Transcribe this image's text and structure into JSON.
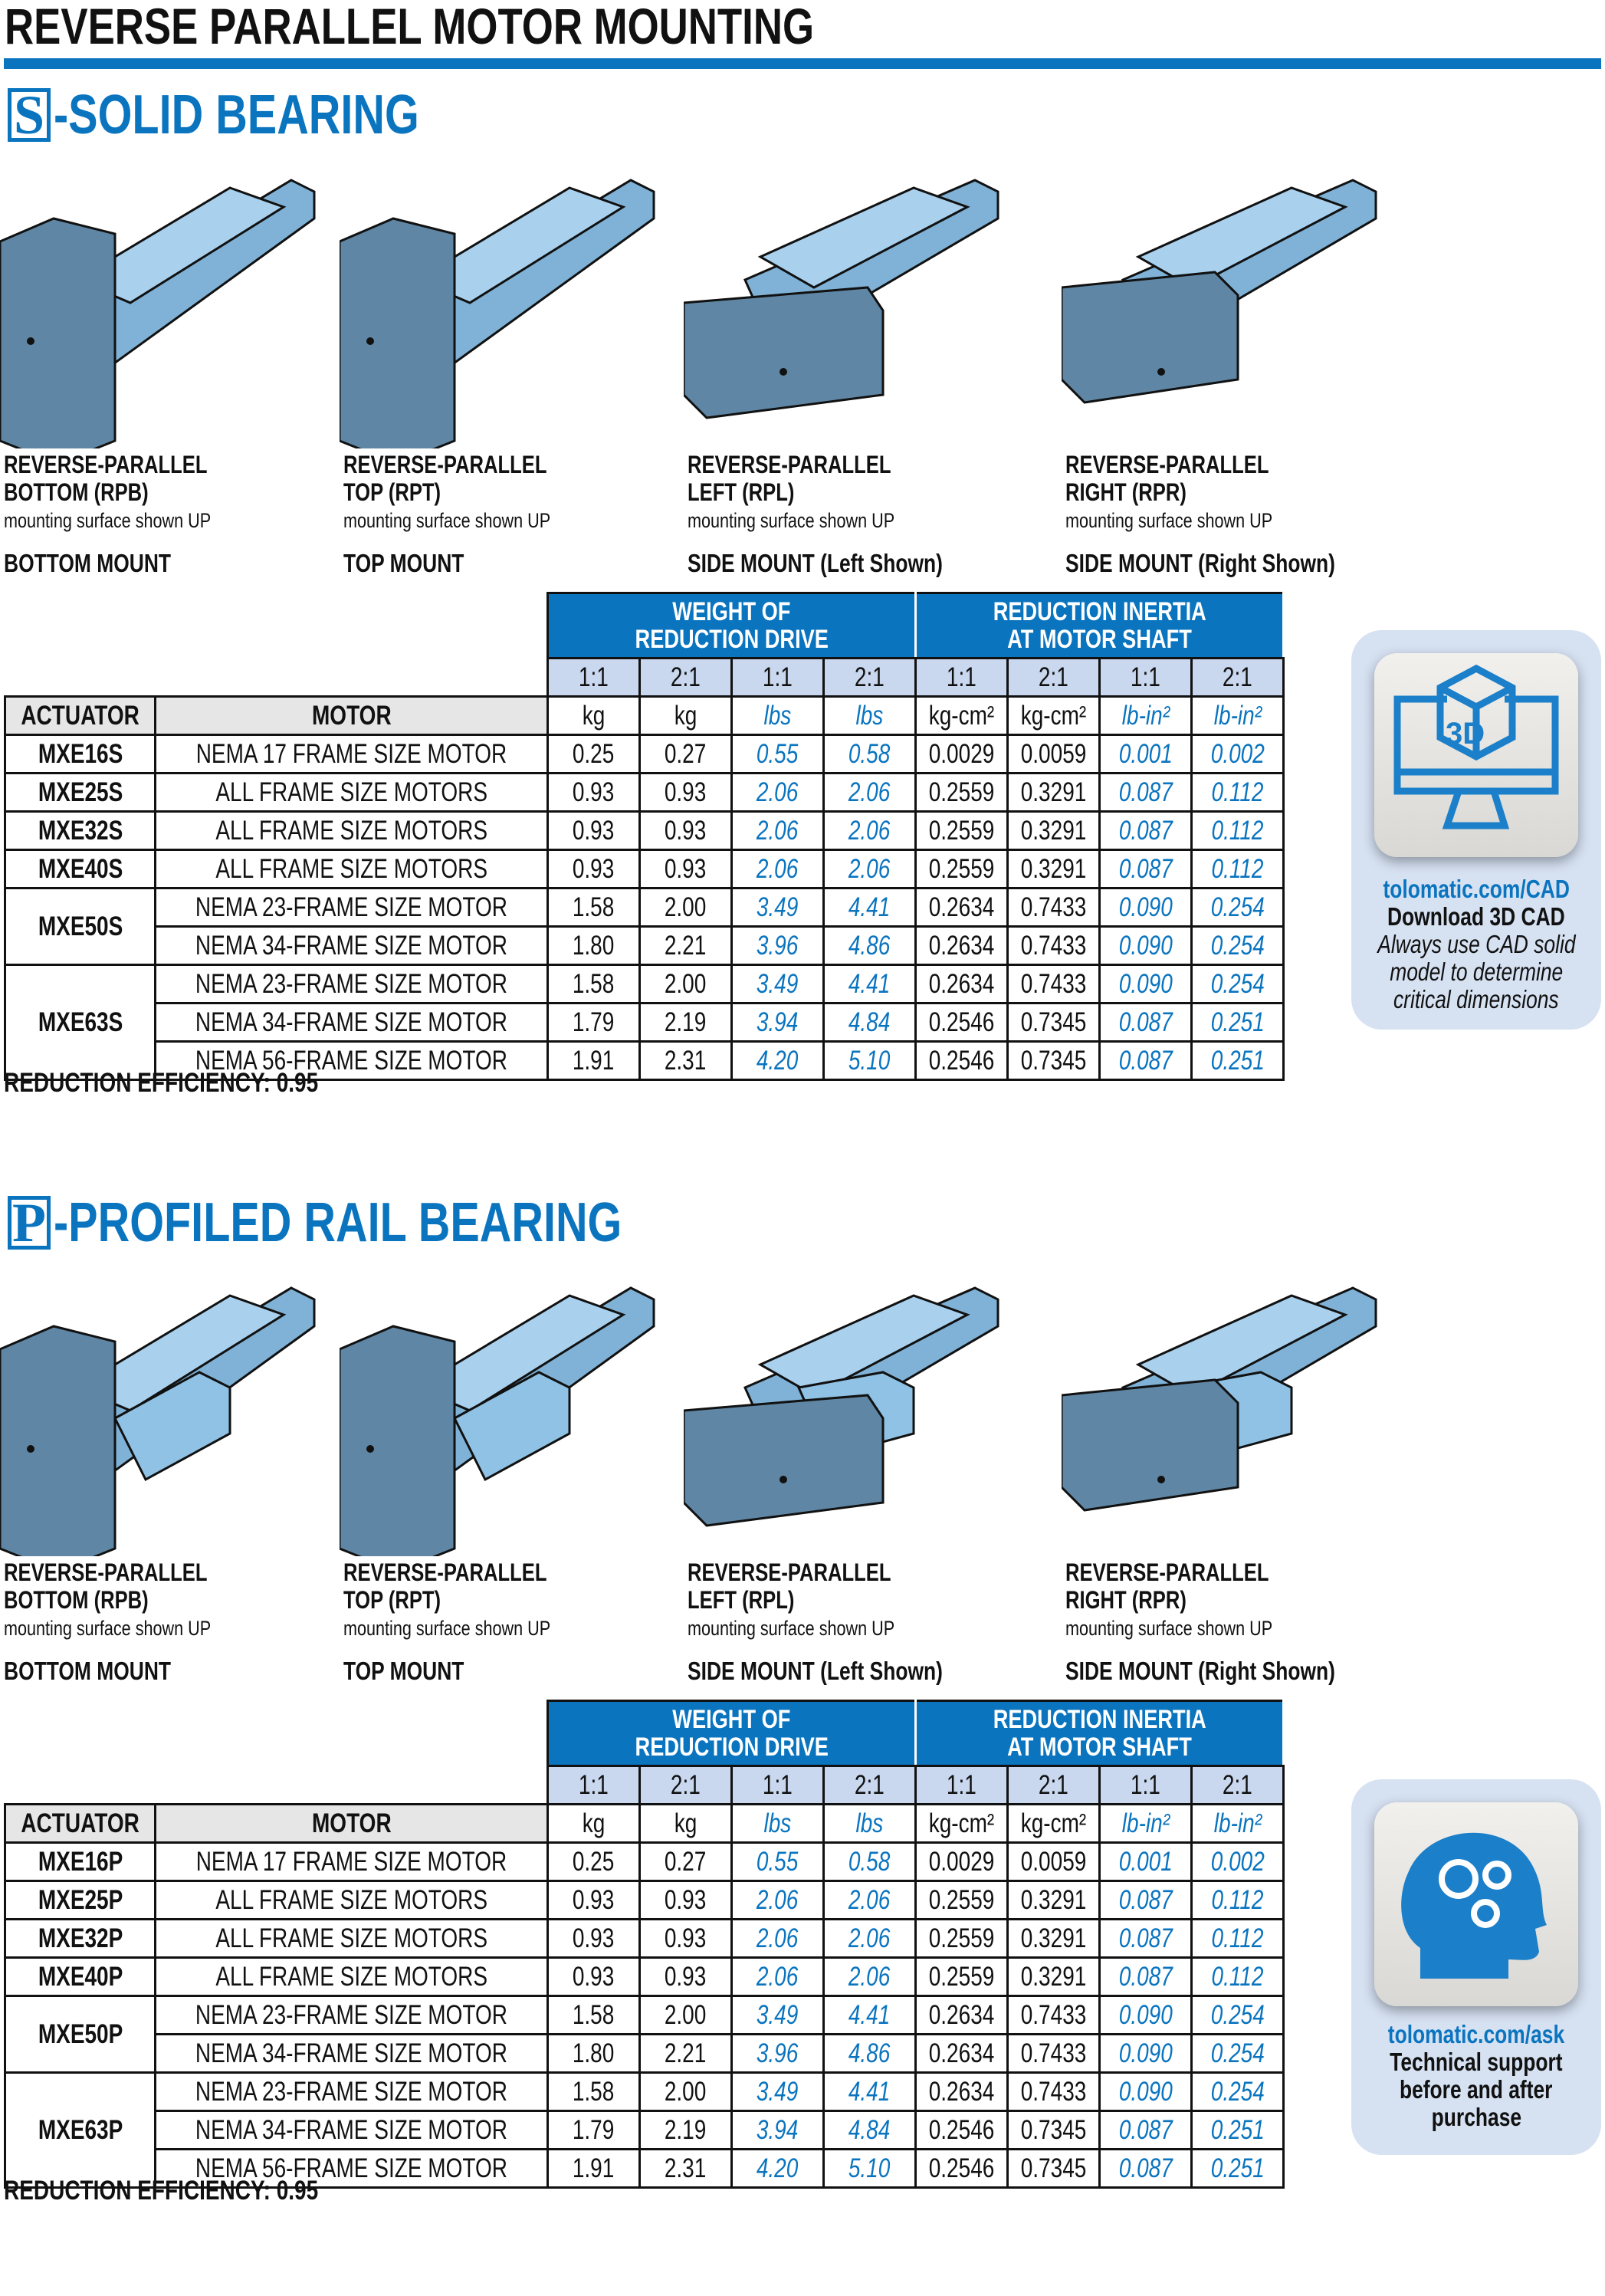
{
  "title": "REVERSE PARALLEL MOTOR MOUNTING",
  "colors": {
    "accent": "#0a74bf",
    "ratio_bg": "#c9d8ef",
    "header_bg": "#e6e6e6"
  },
  "captions": [
    {
      "name": "REVERSE-PARALLEL",
      "code": "BOTTOM (RPB)",
      "note": "mounting surface shown UP",
      "mount": "BOTTOM MOUNT"
    },
    {
      "name": "REVERSE-PARALLEL",
      "code": "TOP (RPT)",
      "note": "mounting surface shown UP",
      "mount": "TOP MOUNT"
    },
    {
      "name": "REVERSE-PARALLEL",
      "code": "LEFT (RPL)",
      "note": "mounting surface shown UP",
      "mount": "SIDE MOUNT (Left Shown)"
    },
    {
      "name": "REVERSE-PARALLEL",
      "code": "RIGHT (RPR)",
      "note": "mounting surface shown UP",
      "mount": "SIDE MOUNT (Right Shown)"
    }
  ],
  "table_head": {
    "weight": [
      "WEIGHT OF",
      "REDUCTION DRIVE"
    ],
    "inertia": [
      "REDUCTION INERTIA",
      "AT MOTOR SHAFT"
    ],
    "ratios": [
      "1:1",
      "2:1",
      "1:1",
      "2:1",
      "1:1",
      "2:1",
      "1:1",
      "2:1"
    ],
    "actuator": "ACTUATOR",
    "motor": "MOTOR",
    "units": [
      "kg",
      "kg",
      "lbs",
      "lbs",
      "kg-cm²",
      "kg-cm²",
      "lb-in²",
      "lb-in²"
    ]
  },
  "sections": [
    {
      "letter": "S",
      "heading": "-SOLID BEARING",
      "efficiency": "REDUCTION EFFICIENCY: 0.95",
      "rows": [
        {
          "actuator": "MXE16S",
          "motors": [
            [
              "NEMA 17 FRAME SIZE MOTOR",
              "0.25",
              "0.27",
              "0.55",
              "0.58",
              "0.0029",
              "0.0059",
              "0.001",
              "0.002"
            ]
          ]
        },
        {
          "actuator": "MXE25S",
          "motors": [
            [
              "ALL FRAME SIZE MOTORS",
              "0.93",
              "0.93",
              "2.06",
              "2.06",
              "0.2559",
              "0.3291",
              "0.087",
              "0.112"
            ]
          ]
        },
        {
          "actuator": "MXE32S",
          "motors": [
            [
              "ALL FRAME SIZE MOTORS",
              "0.93",
              "0.93",
              "2.06",
              "2.06",
              "0.2559",
              "0.3291",
              "0.087",
              "0.112"
            ]
          ]
        },
        {
          "actuator": "MXE40S",
          "motors": [
            [
              "ALL FRAME SIZE MOTORS",
              "0.93",
              "0.93",
              "2.06",
              "2.06",
              "0.2559",
              "0.3291",
              "0.087",
              "0.112"
            ]
          ]
        },
        {
          "actuator": "MXE50S",
          "motors": [
            [
              "NEMA 23-FRAME SIZE MOTOR",
              "1.58",
              "2.00",
              "3.49",
              "4.41",
              "0.2634",
              "0.7433",
              "0.090",
              "0.254"
            ],
            [
              "NEMA 34-FRAME SIZE MOTOR",
              "1.80",
              "2.21",
              "3.96",
              "4.86",
              "0.2634",
              "0.7433",
              "0.090",
              "0.254"
            ]
          ]
        },
        {
          "actuator": "MXE63S",
          "motors": [
            [
              "NEMA 23-FRAME SIZE MOTOR",
              "1.58",
              "2.00",
              "3.49",
              "4.41",
              "0.2634",
              "0.7433",
              "0.090",
              "0.254"
            ],
            [
              "NEMA 34-FRAME SIZE MOTOR",
              "1.79",
              "2.19",
              "3.94",
              "4.84",
              "0.2546",
              "0.7345",
              "0.087",
              "0.251"
            ],
            [
              "NEMA 56-FRAME SIZE MOTOR",
              "1.91",
              "2.31",
              "4.20",
              "5.10",
              "0.2546",
              "0.7345",
              "0.087",
              "0.251"
            ]
          ]
        }
      ],
      "panel": {
        "icon": "3d-cad-monitor-icon",
        "link": "tolomatic.com/CAD",
        "bold": [
          "Download 3D CAD"
        ],
        "italic": [
          "Always use CAD solid",
          "model to determine",
          "critical dimensions"
        ]
      }
    },
    {
      "letter": "P",
      "heading": "-PROFILED RAIL BEARING",
      "efficiency": "REDUCTION EFFICIENCY: 0.95",
      "rows": [
        {
          "actuator": "MXE16P",
          "motors": [
            [
              "NEMA 17 FRAME SIZE MOTOR",
              "0.25",
              "0.27",
              "0.55",
              "0.58",
              "0.0029",
              "0.0059",
              "0.001",
              "0.002"
            ]
          ]
        },
        {
          "actuator": "MXE25P",
          "motors": [
            [
              "ALL FRAME SIZE MOTORS",
              "0.93",
              "0.93",
              "2.06",
              "2.06",
              "0.2559",
              "0.3291",
              "0.087",
              "0.112"
            ]
          ]
        },
        {
          "actuator": "MXE32P",
          "motors": [
            [
              "ALL FRAME SIZE MOTORS",
              "0.93",
              "0.93",
              "2.06",
              "2.06",
              "0.2559",
              "0.3291",
              "0.087",
              "0.112"
            ]
          ]
        },
        {
          "actuator": "MXE40P",
          "motors": [
            [
              "ALL FRAME SIZE MOTORS",
              "0.93",
              "0.93",
              "2.06",
              "2.06",
              "0.2559",
              "0.3291",
              "0.087",
              "0.112"
            ]
          ]
        },
        {
          "actuator": "MXE50P",
          "motors": [
            [
              "NEMA 23-FRAME SIZE MOTOR",
              "1.58",
              "2.00",
              "3.49",
              "4.41",
              "0.2634",
              "0.7433",
              "0.090",
              "0.254"
            ],
            [
              "NEMA 34-FRAME SIZE MOTOR",
              "1.80",
              "2.21",
              "3.96",
              "4.86",
              "0.2634",
              "0.7433",
              "0.090",
              "0.254"
            ]
          ]
        },
        {
          "actuator": "MXE63P",
          "motors": [
            [
              "NEMA 23-FRAME SIZE MOTOR",
              "1.58",
              "2.00",
              "3.49",
              "4.41",
              "0.2634",
              "0.7433",
              "0.090",
              "0.254"
            ],
            [
              "NEMA 34-FRAME SIZE MOTOR",
              "1.79",
              "2.19",
              "3.94",
              "4.84",
              "0.2546",
              "0.7345",
              "0.087",
              "0.251"
            ],
            [
              "NEMA 56-FRAME SIZE MOTOR",
              "1.91",
              "2.31",
              "4.20",
              "5.10",
              "0.2546",
              "0.7345",
              "0.087",
              "0.251"
            ]
          ]
        }
      ],
      "panel": {
        "icon": "head-gears-icon",
        "link": "tolomatic.com/ask",
        "bold": [
          "Technical support",
          "before and after",
          "purchase"
        ],
        "italic": []
      }
    }
  ]
}
